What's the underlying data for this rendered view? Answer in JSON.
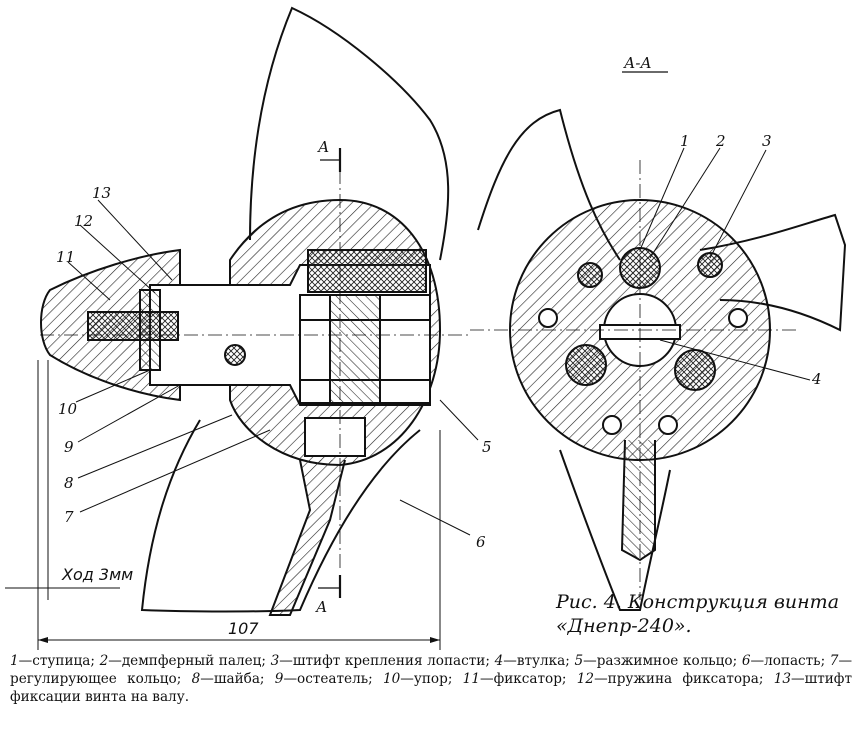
{
  "drawing": {
    "section_title": "А-А",
    "section_mark_top": "А",
    "section_mark_bottom": "А",
    "stroke_label": "Ход 3мм",
    "dimension_107": "107",
    "left_labels": [
      "13",
      "12",
      "11",
      "10",
      "9",
      "8",
      "7"
    ],
    "right_labels": [
      "5",
      "6"
    ],
    "section_labels": [
      "1",
      "2",
      "3",
      "4"
    ]
  },
  "caption": {
    "line1": "Рис. 4. Конструкция винта",
    "line2": "«Днепр-240»."
  },
  "legend": [
    {
      "num": "1",
      "text": "—ступица; "
    },
    {
      "num": "2",
      "text": "—демпферный палец; "
    },
    {
      "num": "3",
      "text": "—штифт крепления лопасти; "
    },
    {
      "num": "4",
      "text": "—втулка; "
    },
    {
      "num": "5",
      "text": "—разжимное кольцо; "
    },
    {
      "num": "6",
      "text": "—лопасть; "
    },
    {
      "num": "7",
      "text": "—регулирующее кольцо; "
    },
    {
      "num": "8",
      "text": "—шайба; "
    },
    {
      "num": "9",
      "text": "—остеатель; "
    },
    {
      "num": "10",
      "text": "—упор; "
    },
    {
      "num": "11",
      "text": "—фиксатор; "
    },
    {
      "num": "12",
      "text": "—пружина фиксатора; "
    },
    {
      "num": "13",
      "text": "—штифт фиксации винта на валу."
    }
  ]
}
